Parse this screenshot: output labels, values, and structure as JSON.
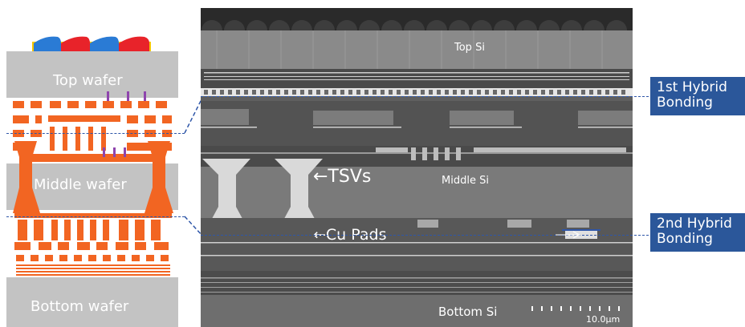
{
  "schematic": {
    "top_wafer": "Top wafer",
    "middle_wafer": "Middle wafer",
    "bottom_wafer": "Bottom wafer"
  },
  "sem": {
    "top_si": "Top Si",
    "middle_si": "Middle Si",
    "bottom_si": "Bottom Si",
    "tsvs": "←TSVs",
    "cu_pads": "←Cu Pads",
    "scale_bar": "10.0μm"
  },
  "callouts": {
    "first": {
      "line1": "1st Hybrid",
      "line2": "Bonding"
    },
    "second": {
      "line1": "2nd Hybrid",
      "line2": "Bonding"
    }
  },
  "colors": {
    "wafer_gray": "#c3c3c3",
    "metal_orange": "#f26522",
    "accent_blue": "#2b579a",
    "dashed_blue": "#2e56a8",
    "bump_red": "#e8232a",
    "bump_yellow": "#f7c600",
    "bump_blue": "#2a7bd5",
    "via_purple": "#8e44ad"
  }
}
